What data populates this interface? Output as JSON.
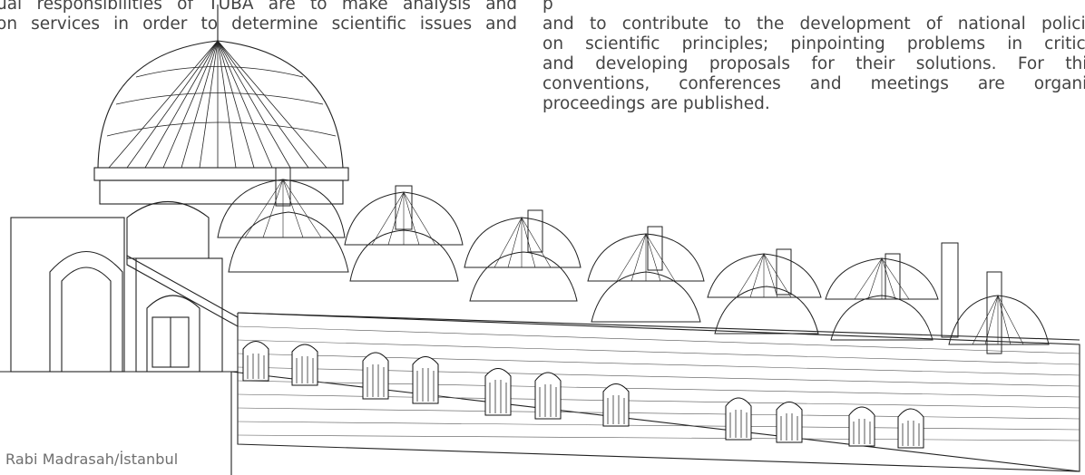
{
  "left_column": {
    "lines": [
      "ual responsibilities of TÜBA are to make analysis and",
      "on services in order to determine scientific issues and"
    ]
  },
  "right_column": {
    "lines": [
      "p",
      "and to contribute to the development of national policie",
      "on scientific principles; pinpointing problems in critica",
      "and developing proposals for their solutions. For this",
      "conventions, conferences and meetings are organiz",
      "proceedings are published."
    ]
  },
  "caption": "Rabi Madrasah/İstanbul"
}
